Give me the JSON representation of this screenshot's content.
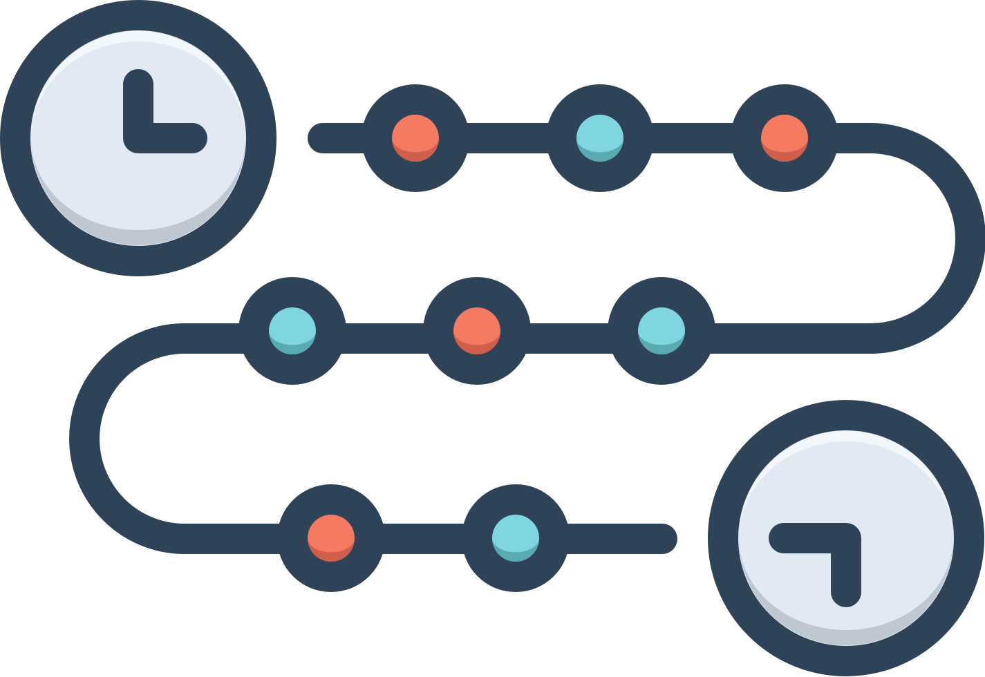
{
  "icon": "timeline-process-icon",
  "colors": {
    "outline": "#2e4358",
    "clock_face": "#e1eaf3",
    "clock_shadow": "#bfc7d1",
    "clock_highlight": "#f4f8fc",
    "red_dot": "#f47b61",
    "red_dot_shade": "#cf5f4c",
    "teal_dot": "#7fd6e0",
    "teal_dot_shade": "#5aaab2",
    "background": "#ffffff"
  },
  "elements": {
    "start_clock": {
      "icon": "clock-start-icon"
    },
    "end_clock": {
      "icon": "clock-end-icon"
    },
    "path": {
      "icon": "timeline-path"
    },
    "milestones": [
      {
        "row": 1,
        "index": 1,
        "color": "red"
      },
      {
        "row": 1,
        "index": 2,
        "color": "teal"
      },
      {
        "row": 1,
        "index": 3,
        "color": "red"
      },
      {
        "row": 2,
        "index": 1,
        "color": "teal"
      },
      {
        "row": 2,
        "index": 2,
        "color": "red"
      },
      {
        "row": 2,
        "index": 3,
        "color": "teal"
      },
      {
        "row": 3,
        "index": 1,
        "color": "red"
      },
      {
        "row": 3,
        "index": 2,
        "color": "teal"
      }
    ]
  }
}
